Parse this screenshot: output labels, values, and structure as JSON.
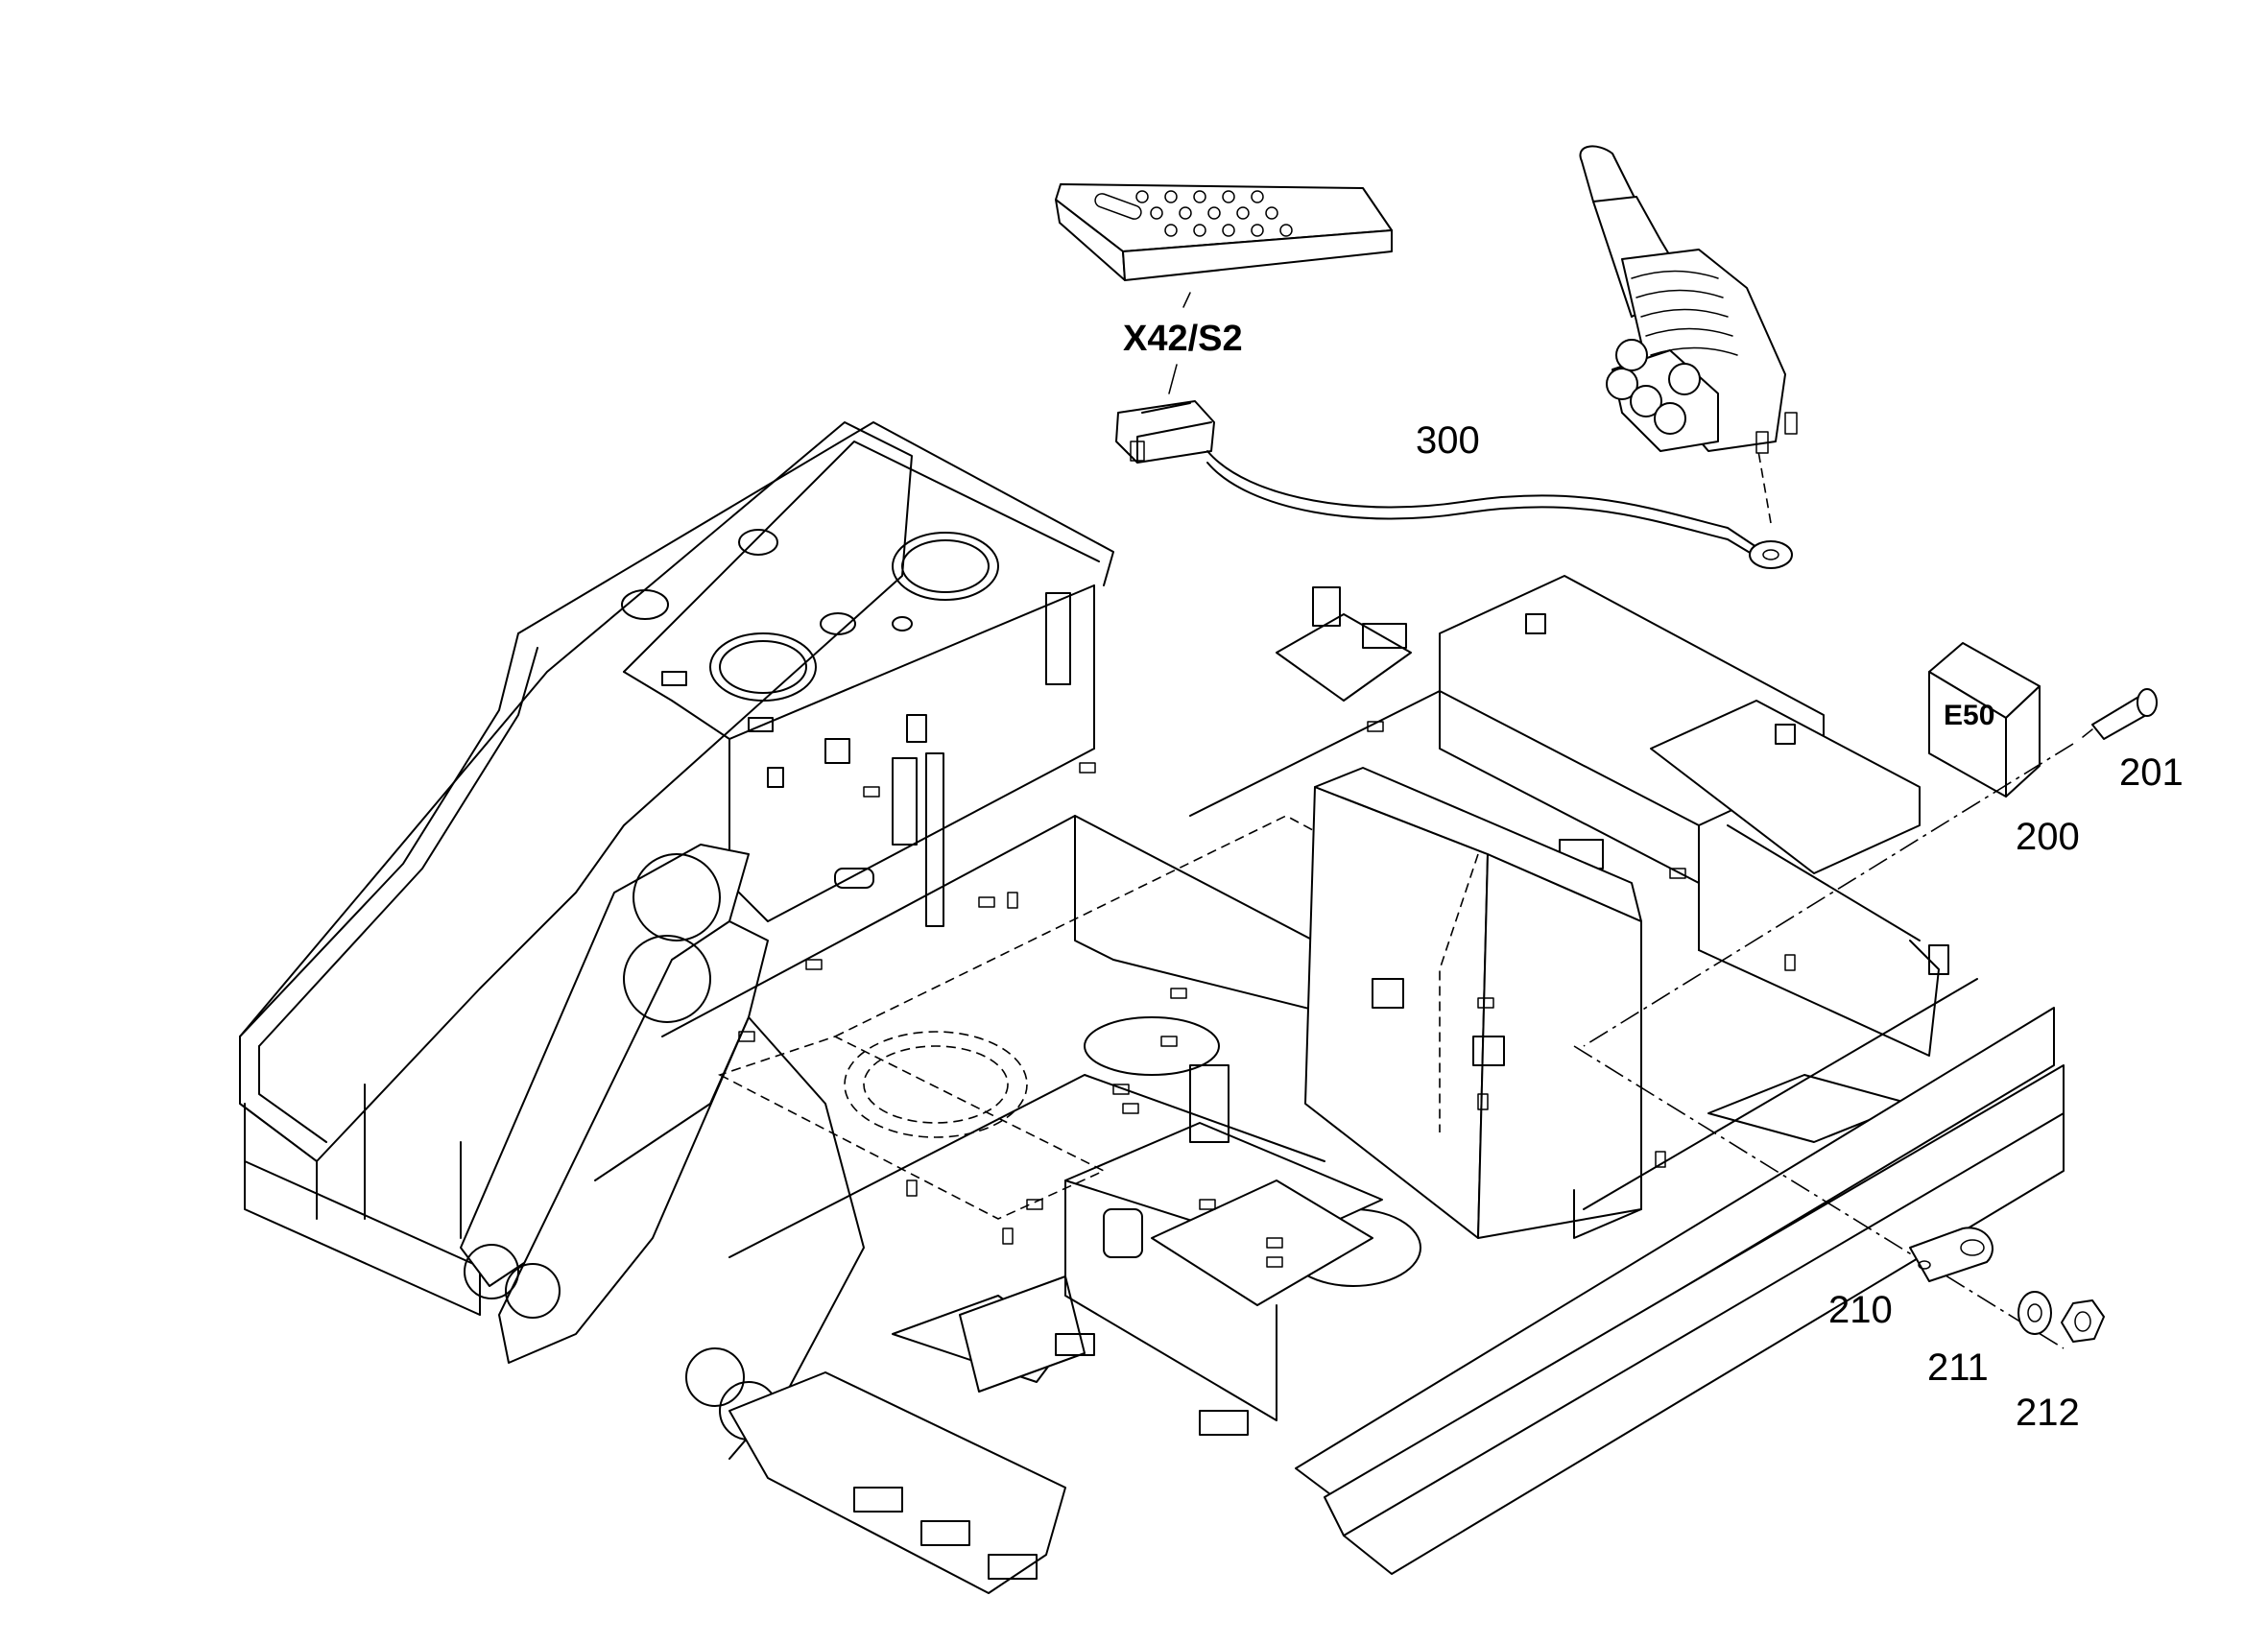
{
  "callouts": {
    "connector": "X42/S2",
    "cable": "300",
    "screw": "201",
    "module_cover": "200",
    "clamp": "210",
    "washer": "211",
    "nut": "212",
    "module_marking": "E50"
  }
}
